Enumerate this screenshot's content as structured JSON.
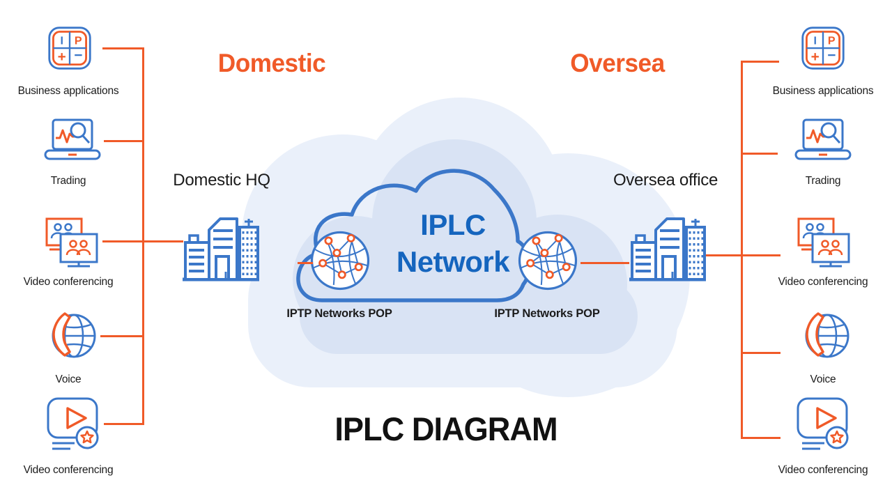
{
  "title": "IPLC DIAGRAM",
  "regions": {
    "left": "Domestic",
    "right": "Oversea"
  },
  "sites": {
    "left": "Domestic HQ",
    "right": "Oversea office"
  },
  "cloud": {
    "line1": "IPLC",
    "line2": "Network"
  },
  "pops": {
    "left": "IPTP Networks POP",
    "right": "IPTP Networks POP"
  },
  "services": [
    {
      "label": "Business applications",
      "icon": "business-applications-icon"
    },
    {
      "label": "Trading",
      "icon": "trading-icon"
    },
    {
      "label": "Video conferencing",
      "icon": "video-conferencing-icon"
    },
    {
      "label": "Voice",
      "icon": "voice-icon"
    },
    {
      "label": "Video conferencing",
      "icon": "video-player-icon"
    }
  ],
  "colors": {
    "orange": "#F05A28",
    "icon_blue": "#3B77C9",
    "cloud_text_blue": "#1565BE",
    "cloud_light": "#EAF0FA",
    "cloud_mid": "#D9E3F4",
    "text_dark": "#1B1B1B"
  }
}
